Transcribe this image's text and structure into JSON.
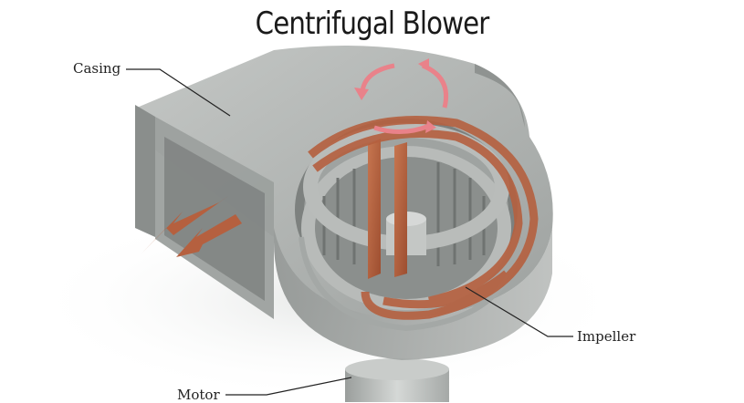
{
  "title": "Centrifugal Blower",
  "labels": {
    "casing": "Casing",
    "impeller": "Impeller",
    "motor": "Motor"
  },
  "colors": {
    "casing": "#a9adab",
    "casing_dark": "#8c908e",
    "airflow": "#b5603f",
    "rotation_arrow": "#e9828a"
  }
}
